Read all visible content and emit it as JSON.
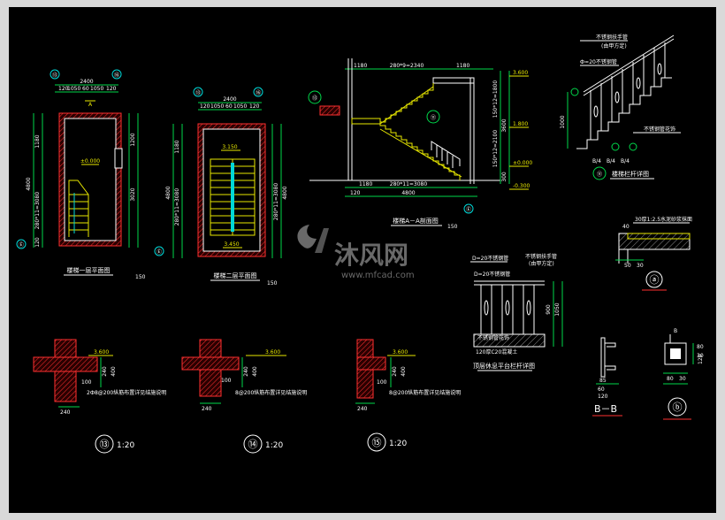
{
  "drawing": {
    "background": "#000000",
    "frame_color": "#d9d9d9",
    "colors": {
      "line": "#ffffff",
      "stair": "#e8e800",
      "dim": "#00d84a",
      "wall": "#ff3030",
      "grid": "#00d8d8"
    }
  },
  "plan1": {
    "title": "楼梯一层平面图",
    "scale": "150",
    "axis_top_left": "⑬",
    "axis_top_right": "⑯",
    "axis_left_bottom": "Ⓔ",
    "dim_total": "2400",
    "dims_top": [
      "120",
      "1050",
      "60",
      "1050",
      "120"
    ],
    "dim_left_total": "4800",
    "dim_left_run": "280*11=3080",
    "dim_left_top": "1180",
    "dim_left_bot": "120",
    "dim_right_a": "3020",
    "dim_right_b": "1200",
    "level": "±0.000",
    "cut_label": "A"
  },
  "plan2": {
    "title": "楼梯二层平面图",
    "scale": "150",
    "axis_top_left": "⑬",
    "axis_top_right": "⑯",
    "axis_left_bottom": "Ⓔ",
    "dim_total": "2400",
    "dims_top": [
      "120",
      "1050",
      "60",
      "1050",
      "120"
    ],
    "dim_left_total": "4800",
    "dim_left_run": "280*11=3080",
    "dim_left_top": "1180",
    "dim_right_total": "4800",
    "dim_right_run": "280*11=3080",
    "level_top": "3.150",
    "level_bot": "3.450"
  },
  "section": {
    "title": "楼梯A－A剖面图",
    "scale": "150",
    "dim_top_a": "1180",
    "dim_top_b": "280*9=2340",
    "dim_top_c": "1180",
    "dim_bot_a": "1180",
    "dim_bot_b": "280*11=3080",
    "dim_bot_c": "120",
    "dim_bot_total": "4800",
    "dim_v_a": "150*12=1800",
    "dim_v_b": "150*12=2100",
    "dim_v_c": "3600",
    "dim_v_d": "300",
    "level_a": "3.600",
    "level_b": "1.800",
    "level_c": "±0.000",
    "level_d": "-0.300",
    "callout_a": "⑬",
    "callout_b": "⑪",
    "axis_bottom": "Ⓔ"
  },
  "railing_detail": {
    "title": "楼梯栏杆详图",
    "callout": "⑪",
    "note_top_a": "不锈钢扶手管",
    "note_top_b": "(由甲方定)",
    "note_top_c": "Ф=20不锈钢管",
    "note_right": "不锈钢管花饰",
    "dim_left": "1000",
    "ticks": [
      "B/4",
      "B/4",
      "B/4"
    ]
  },
  "detail_a": {
    "label": "ⓐ",
    "note": "30厚1:2.5水泥砂浆抹面",
    "dim_a": "50",
    "dim_b": "30",
    "dim_top": "40"
  },
  "platform_railing": {
    "title": "顶层休息平台栏杆详图",
    "note_a": "D=20不锈钢管",
    "note_b": "不锈钢扶手管",
    "note_c": "(由甲方定)",
    "note_d": "D=20不锈钢管",
    "note_e": "不锈钢管花饰",
    "note_f": "120厚C20混凝土",
    "dim_a": "900",
    "dim_b": "1050"
  },
  "section_bb": {
    "label": "B－B",
    "dim_a": "85",
    "dim_b": "60",
    "dim_c": "120"
  },
  "detail_b": {
    "label": "ⓑ",
    "dim_a": "80",
    "dim_b": "30",
    "dim_c": "120",
    "dim_d": "80",
    "dim_e": "30",
    "cut": "B"
  },
  "beam_details": [
    {
      "label": "⑬",
      "scale": "1:20",
      "level": "3.600",
      "dim_w": "240",
      "dim_h1": "240",
      "dim_h2": "400",
      "dim_a": "100",
      "note": "2Ф8@200纵筋布置详见结施说明"
    },
    {
      "label": "⑭",
      "scale": "1:20",
      "level": "3.600",
      "dim_w": "240",
      "dim_h1": "240",
      "dim_h2": "400",
      "dim_a": "100",
      "note": "8@200纵筋布置详见结施说明"
    },
    {
      "label": "⑮",
      "scale": "1:20",
      "level": "3.600",
      "dim_w": "240",
      "dim_h1": "240",
      "dim_h2": "400",
      "dim_a": "100",
      "note": "8@200纵筋布置详见结施说明"
    }
  ],
  "watermark": {
    "brand": "沐风网",
    "url": "www.mfcad.com"
  }
}
